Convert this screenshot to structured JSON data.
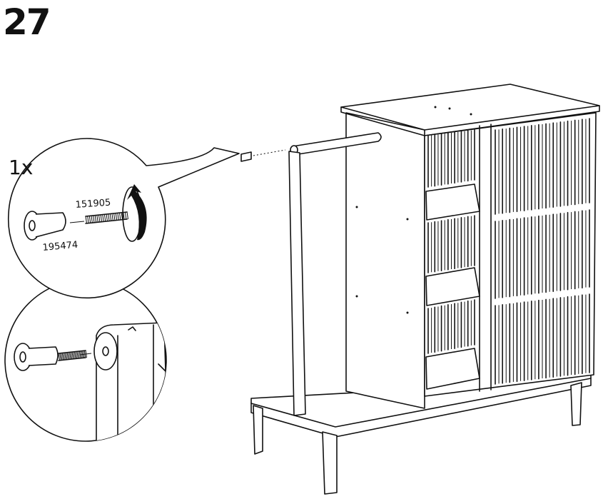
{
  "step_number": "27",
  "callout": {
    "quantity": "1x",
    "parts": [
      {
        "part_number": "151905",
        "icon": "bolt-icon"
      },
      {
        "part_number": "195474",
        "icon": "barrel-nut-icon"
      }
    ],
    "action_icon": "rotate-clockwise-arrow-icon"
  }
}
